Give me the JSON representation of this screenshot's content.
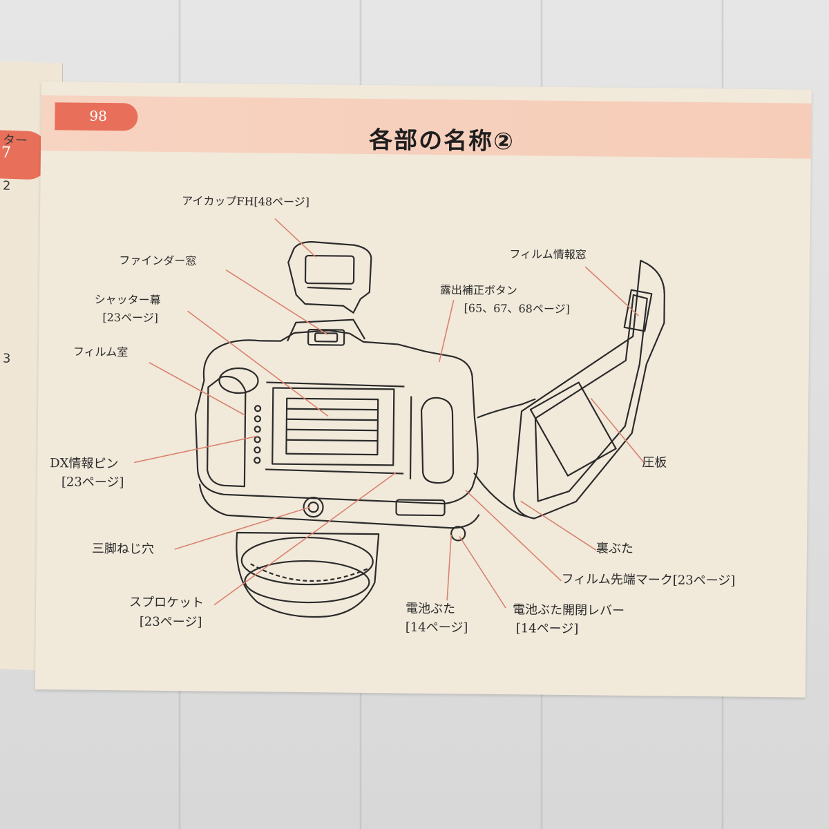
{
  "manual": {
    "page_number": "98",
    "title": "各部の名称②",
    "left_page": {
      "tab_number": "7",
      "fragments": [
        "ター",
        "2",
        "3"
      ]
    }
  },
  "labels": {
    "eyecup": "アイカップFH[48ページ]",
    "finder_window": "ファインダー窓",
    "shutter_curtain": "シャッター幕",
    "shutter_curtain_ref": "[23ページ]",
    "film_chamber": "フィルム室",
    "dx_pins": "DX情報ピン",
    "dx_pins_ref": "[23ページ]",
    "tripod_socket": "三脚ねじ穴",
    "sprocket": "スプロケット",
    "sprocket_ref": "[23ページ]",
    "battery_cover": "電池ぶた",
    "battery_cover_ref": "[14ページ]",
    "battery_lever": "電池ぶた開閉レバー",
    "battery_lever_ref": "[14ページ]",
    "film_leader_mark": "フィルム先端マーク[23ページ]",
    "back_cover": "裏ぶた",
    "pressure_plate": "圧板",
    "film_info_window": "フィルム情報窓",
    "exposure_comp": "露出補正ボタン",
    "exposure_comp_ref": "[65、67、68ページ]"
  },
  "colors": {
    "accent": "#e8705a",
    "header_band": "#f6cdb8",
    "paper": "#f1e9da",
    "leader_line": "#d9826e",
    "ink": "#2b2b2b"
  },
  "icons": {
    "camera_illustration": "camera-back-open-illustration",
    "eyecup": "eyecup-illustration"
  }
}
